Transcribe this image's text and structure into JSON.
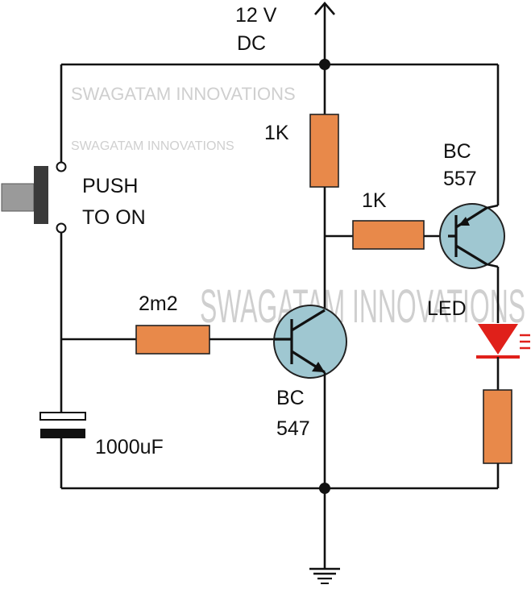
{
  "supply": {
    "line1": "12 V",
    "line2": "DC"
  },
  "switch": {
    "line1": "PUSH",
    "line2": "TO ON"
  },
  "resistors": {
    "r_top": "1K",
    "r_mid": "1K",
    "r_base": "2m2"
  },
  "capacitor": {
    "label": "1000uF"
  },
  "transistor_npn": {
    "line1": "BC",
    "line2": "547"
  },
  "transistor_pnp": {
    "line1": "BC",
    "line2": "557"
  },
  "led": {
    "label": "LED"
  },
  "watermarks": {
    "top": "SWAGATAM INNOVATIONS",
    "top2": "SWAGATAM INNOVATIONS",
    "center": "SWAGATAM INNOVATIONS"
  },
  "colors": {
    "resistor": "#e8894a",
    "transistor": "#9fc7d1",
    "led": "#e0201a",
    "wire": "#111111"
  }
}
